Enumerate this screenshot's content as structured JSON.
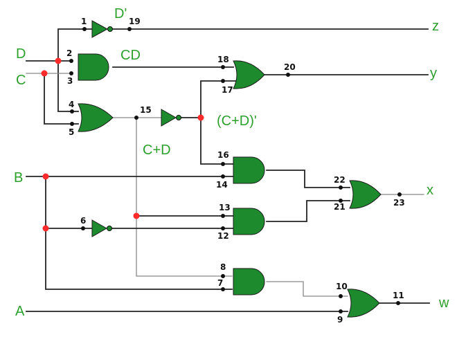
{
  "inputs": {
    "d": "D",
    "c": "C",
    "b": "B",
    "a": "A"
  },
  "outputs": {
    "z": "z",
    "y": "y",
    "x": "x",
    "w": "w"
  },
  "expressions": {
    "d_not": "D'",
    "cd": "CD",
    "c_plus_d": "C+D",
    "c_plus_d_not": "(C+D)'"
  },
  "node_numbers": {
    "n1": "1",
    "n2": "2",
    "n3": "3",
    "n4": "4",
    "n5": "5",
    "n6": "6",
    "n7": "7",
    "n8": "8",
    "n9": "9",
    "n10": "10",
    "n11": "11",
    "n12": "12",
    "n13": "13",
    "n14": "14",
    "n15": "15",
    "n16": "16",
    "n17": "17",
    "n18": "18",
    "n19": "19",
    "n20": "20",
    "n21": "21",
    "n22": "22",
    "n23": "23"
  },
  "colors": {
    "gate_fill": "#1e8a2e",
    "label_green": "#2ca02c",
    "junction_red": "#ff2a2a",
    "wire_dark": "#222222",
    "wire_gray": "#888888"
  }
}
